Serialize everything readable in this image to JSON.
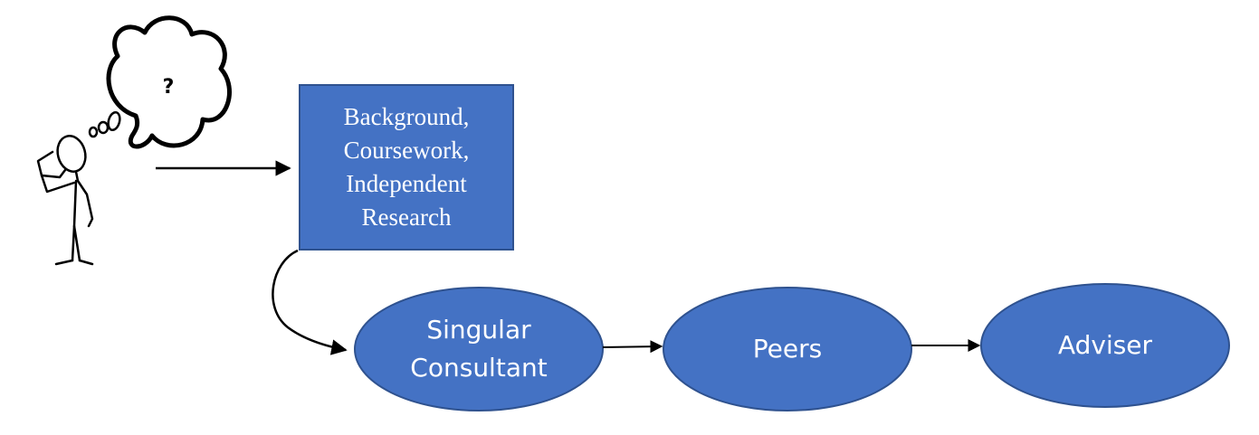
{
  "colors": {
    "fill": "#4472c4",
    "stroke": "#2f528f",
    "text": "#ffffff",
    "line": "#000000"
  },
  "thought": {
    "symbol": "?"
  },
  "box": {
    "lines": [
      "Background,",
      "Coursework,",
      "Independent",
      "Research"
    ]
  },
  "nodes": [
    {
      "id": "singular-consultant",
      "lines": [
        "Singular",
        "Consultant"
      ]
    },
    {
      "id": "peers",
      "lines": [
        "Peers"
      ]
    },
    {
      "id": "adviser",
      "lines": [
        "Adviser"
      ]
    }
  ]
}
